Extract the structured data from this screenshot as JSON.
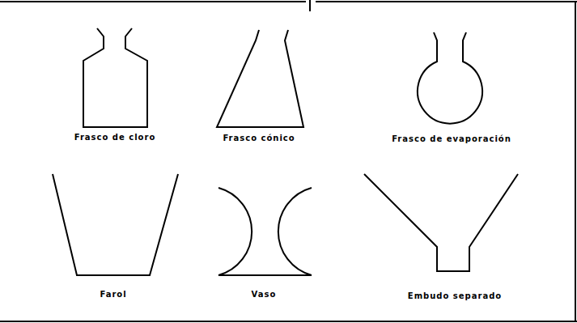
{
  "diagram": {
    "labels": [
      "Frasco de cloro",
      "Frasco cónico",
      "Frasco de evaporación",
      "Farol",
      "Vaso",
      "Embudo separado"
    ]
  }
}
